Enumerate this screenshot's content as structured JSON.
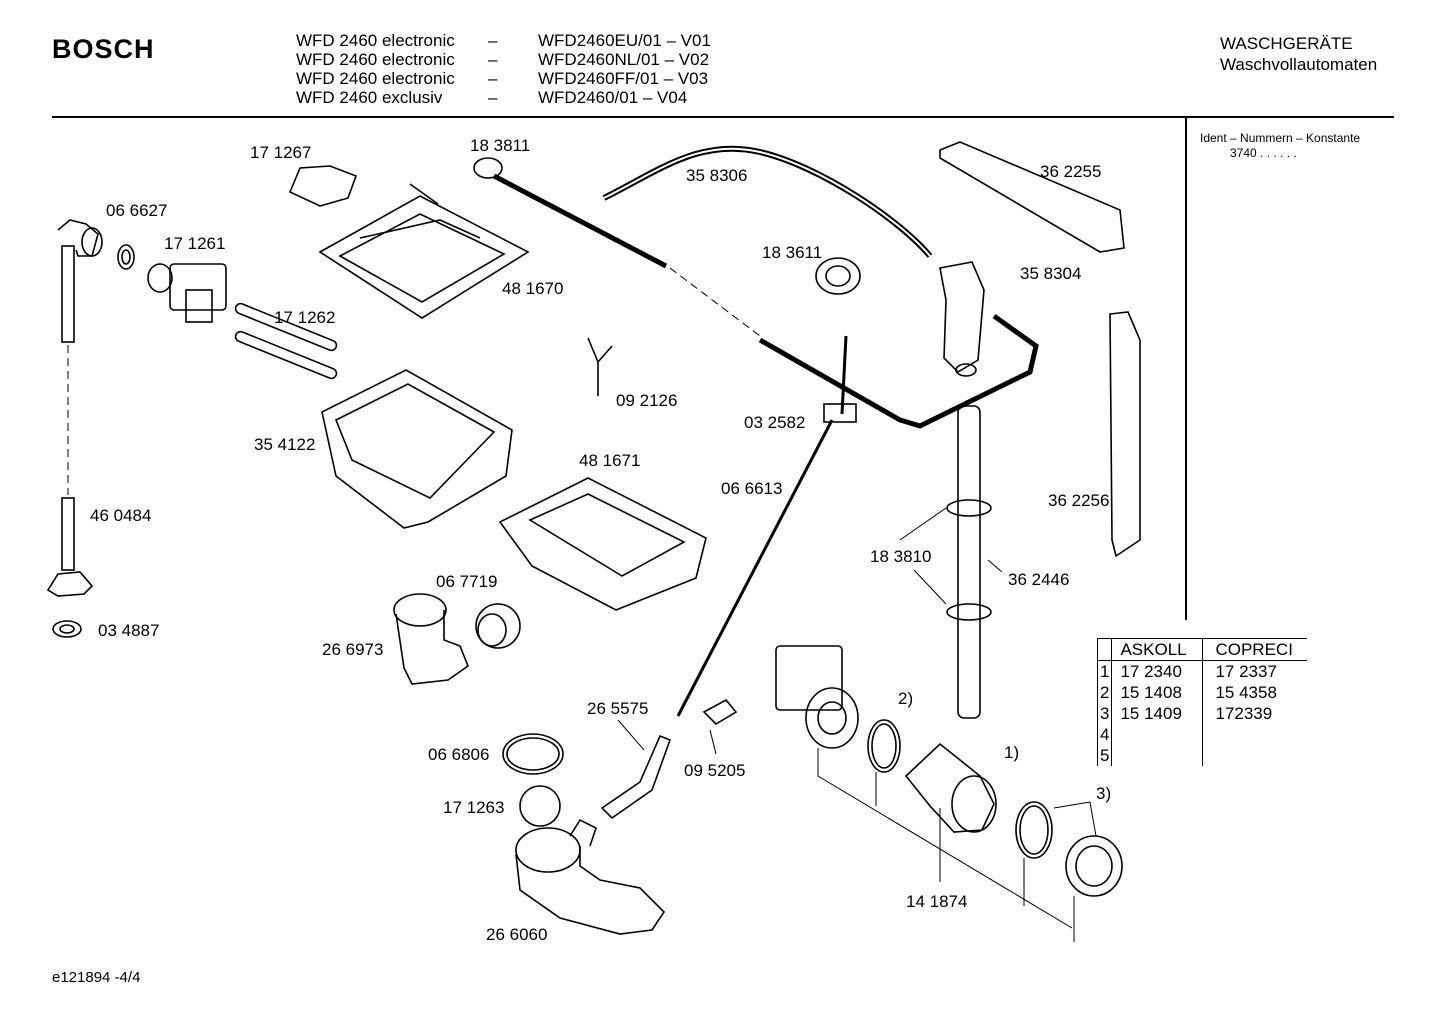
{
  "header": {
    "brand": "BOSCH",
    "models": [
      {
        "name": "WFD 2460 electronic",
        "dash": "–",
        "code": "WFD2460EU/01 – V01"
      },
      {
        "name": "WFD 2460 electronic",
        "dash": "–",
        "code": "WFD2460NL/01 – V02"
      },
      {
        "name": "WFD 2460 electronic",
        "dash": "–",
        "code": "WFD2460FF/01 – V03"
      },
      {
        "name": "WFD 2460 exclusiv",
        "dash": "–",
        "code": "WFD2460/01 – V04"
      }
    ],
    "category_line1": "WASCHGERÄTE",
    "category_line2": "Waschvollautomaten"
  },
  "ident": {
    "title": "Ident – Nummern – Konstante",
    "value": "3740  .  .    .  .  .  ."
  },
  "parts": [
    "17 1267",
    "18 3811",
    "35 8306",
    "36 2255",
    "06 6627",
    "17 1261",
    "48 1670",
    "18 3611",
    "35 8304",
    "17 1262",
    "09 2126",
    "03 2582",
    "35 4122",
    "48 1671",
    "06 6613",
    "36 2256",
    "46 0484",
    "18 3810",
    "36 2446",
    "06 7719",
    "03 4887",
    "26 6973",
    "2)",
    "26 5575",
    "06 6806",
    "09 5205",
    "1)",
    "17 1263",
    "3)",
    "14 1874",
    "26 6060"
  ],
  "supplier_table": {
    "headers": [
      "",
      "ASKOLL",
      "COPRECI"
    ],
    "rows": [
      {
        "n": "1",
        "a": "17 2340",
        "b": "17 2337"
      },
      {
        "n": "2",
        "a": "15 1408",
        "b": "15 4358"
      },
      {
        "n": "3",
        "a": "15 1409",
        "b": "172339"
      },
      {
        "n": "4",
        "a": "",
        "b": ""
      },
      {
        "n": "5",
        "a": "",
        "b": ""
      }
    ]
  },
  "footer": {
    "code": "e121894   -4/4"
  }
}
